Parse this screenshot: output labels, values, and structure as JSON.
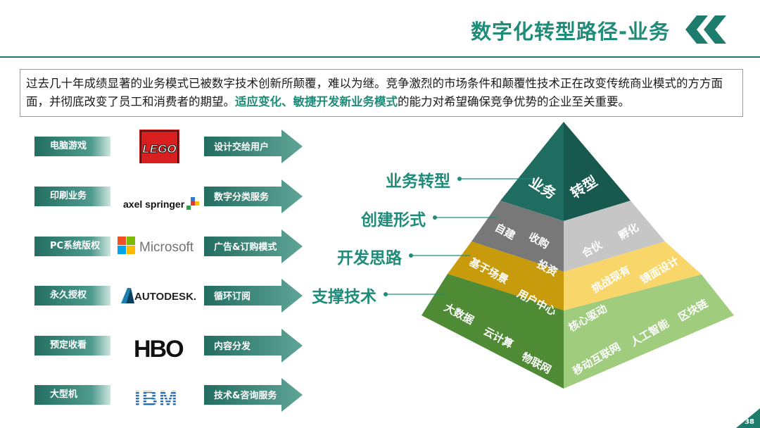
{
  "header": {
    "title": "数字化转型路径-业务"
  },
  "intro": {
    "part1": "过去几十年成绩显著的业务模式已被数字技术创新所颠覆，难以为继。竞争激烈的市场条件和颠覆性技术正在改变传统商业模式的方方面面，并彻底改变了员工和消费者的期望。",
    "highlight": "适应变化、敏捷开发新业务模式",
    "part2": "的能力对希望确保竞争优势的企业至关重要。"
  },
  "rows": [
    {
      "category": "电脑游戏",
      "logo": "LEGO",
      "result": "设计交给用户"
    },
    {
      "category": "印刷业务",
      "logo": "axel springer",
      "result": "数字分类服务"
    },
    {
      "category": "PC系统版权",
      "logo": "Microsoft",
      "result": "广告&订购模式"
    },
    {
      "category": "永久授权",
      "logo": "AUTODESK.",
      "result": "循环订阅"
    },
    {
      "category": "预定收看",
      "logo": "HBO",
      "result": "内容分发"
    },
    {
      "category": "大型机",
      "logo": "IBM",
      "result": "技术&咨询服务"
    }
  ],
  "pyramid": {
    "labels": [
      "业务转型",
      "创建形式",
      "开发思路",
      "支撑技术"
    ],
    "top": {
      "left": "业务",
      "right": "转型"
    },
    "level2": {
      "left": [
        "自建",
        "收购",
        "投资"
      ],
      "right": [
        "合伙",
        "孵化"
      ]
    },
    "level3": {
      "left": [
        "基于场景",
        "用户中心"
      ],
      "right": [
        "挑战现有",
        "镜面设计",
        "核心驱动"
      ]
    },
    "level4": {
      "left": [
        "大数据",
        "云计算",
        "物联网"
      ],
      "right": [
        "移动互联网",
        "人工智能",
        "区块链"
      ]
    }
  },
  "page_number": "38",
  "colors": {
    "accent": "#1e8c79",
    "pyramid_top": "#1e6e62",
    "pyramid_level2_left": "#7a7a7a",
    "pyramid_level2_right": "#c6c6c6",
    "pyramid_level3_left": "#c79a0c",
    "pyramid_level3_right": "#f8d66a",
    "pyramid_level4_left": "#4d8a33",
    "pyramid_level4_right": "#9fcc7d"
  }
}
